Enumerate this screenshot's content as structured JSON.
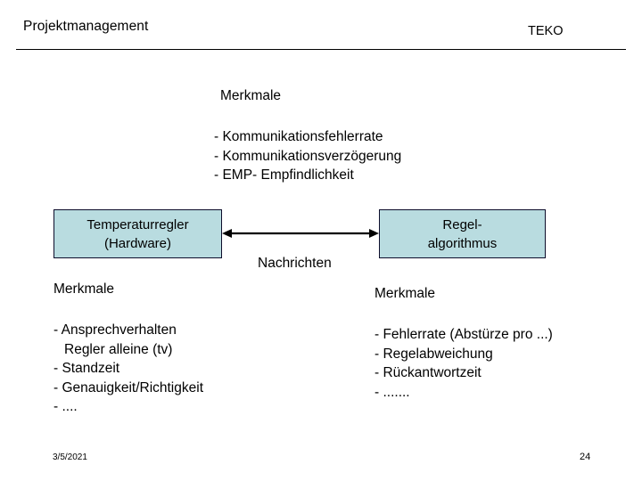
{
  "header": {
    "left_title": "Projektmanagement",
    "right_title": "TEKO"
  },
  "top_block": {
    "title": "Merkmale",
    "items": [
      "- Kommunikationsfehlerrate",
      "- Kommunikationsverzögerung",
      "- EMP- Empfindlichkeit"
    ]
  },
  "diagram": {
    "left_box": {
      "line1": "Temperaturregler",
      "line2": "(Hardware)"
    },
    "right_box": {
      "line1": "Regel-",
      "line2": "algorithmus"
    },
    "connector_label": "Nachrichten",
    "box_fill": "#b9dce0",
    "box_border": "#0d0d2b",
    "arrow_color": "#000000"
  },
  "left_block": {
    "title": "Merkmale",
    "items": [
      "- Ansprechverhalten",
      "Regler alleine (tv)",
      "- Standzeit",
      "- Genauigkeit/Richtigkeit",
      "- ...."
    ]
  },
  "right_block": {
    "title": "Merkmale",
    "items": [
      "- Fehlerrate (Abstürze pro ...)",
      "- Regelabweichung",
      "- Rückantwortzeit",
      "- ......."
    ]
  },
  "footer": {
    "date": "3/5/2021",
    "page_number": "24"
  }
}
